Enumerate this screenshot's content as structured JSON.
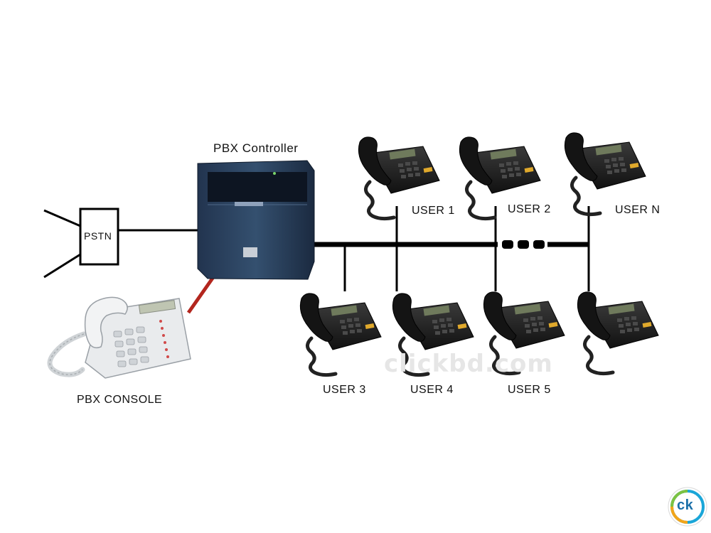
{
  "labels": {
    "pbx_controller": "PBX Controller",
    "pstn": "PSTN",
    "pbx_console": "PBX CONSOLE",
    "user_1": "USER 1",
    "user_2": "USER 2",
    "user_n": "USER N",
    "user_3": "USER 3",
    "user_4": "USER 4",
    "user_5": "USER 5"
  },
  "watermark": {
    "text": "clickbd.com",
    "logo_text": "ck"
  },
  "colors": {
    "line": "#000000",
    "console_link": "#b3261e",
    "pbx_body": "#2b3f5c",
    "phone_body": "#1c1c1c",
    "console_body": "#e8eaec",
    "logo_ring": "#1aa6d8"
  },
  "icons": {
    "controller": "pbx-controller-icon",
    "phone": "desk-phone-icon",
    "console": "console-phone-icon"
  }
}
